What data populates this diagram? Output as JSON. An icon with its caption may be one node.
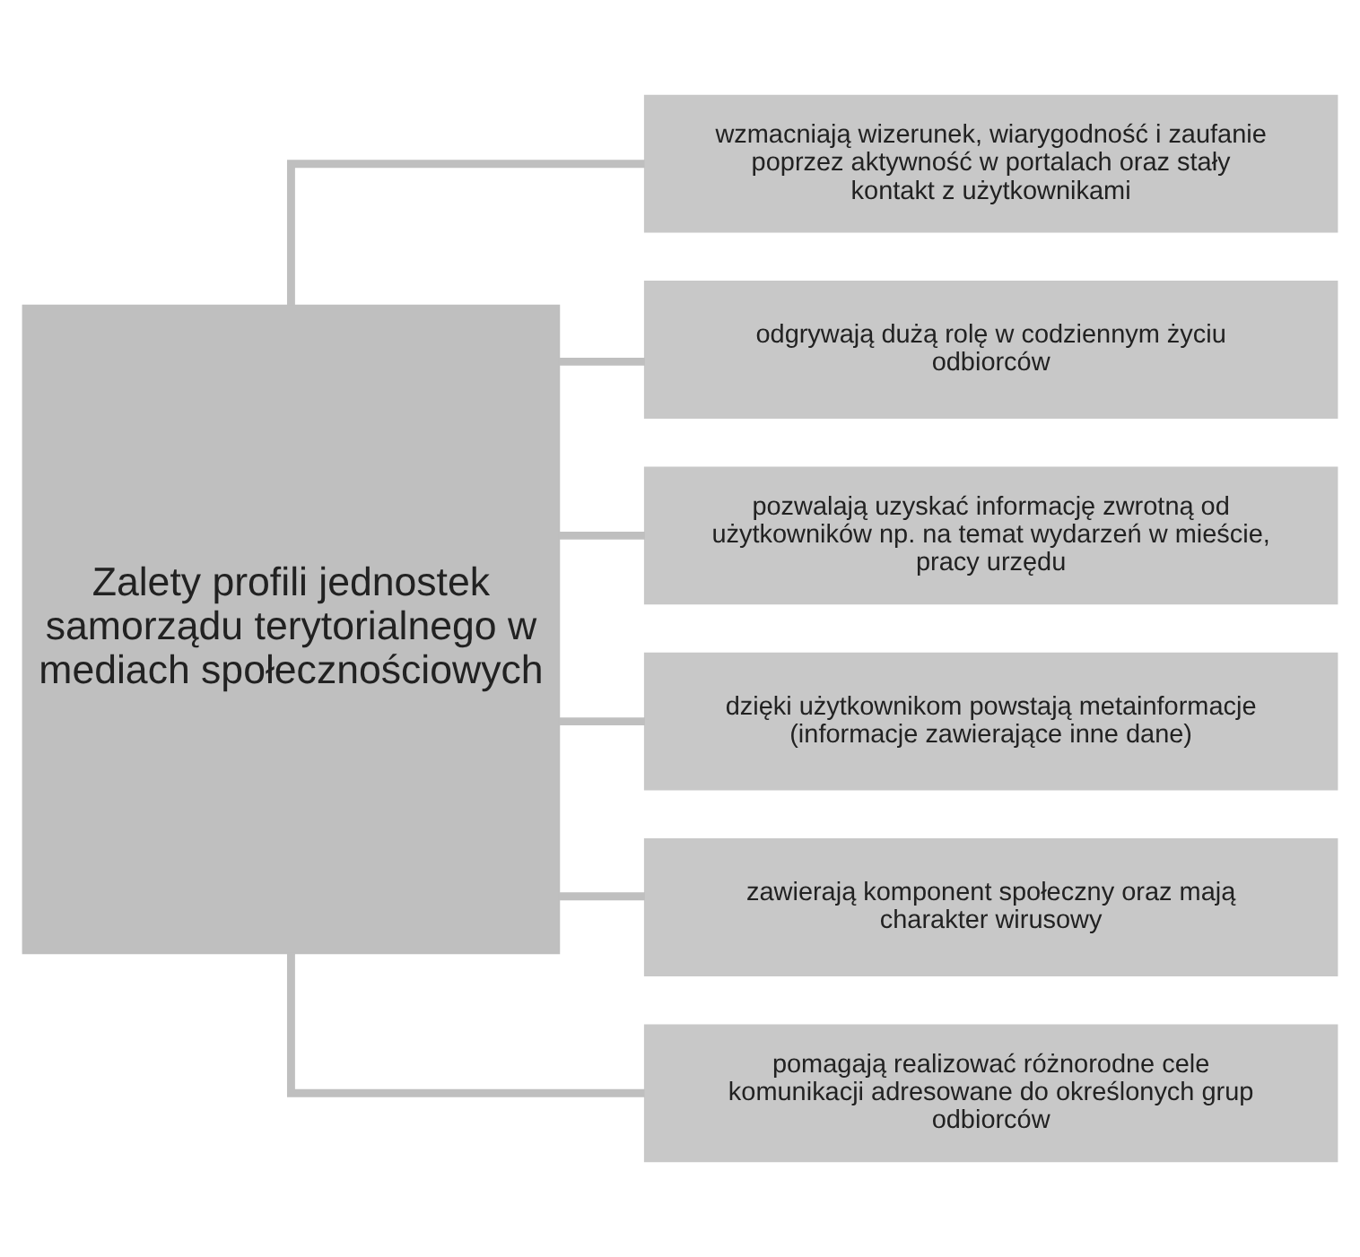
{
  "diagram": {
    "nodes": [
      {
        "text": [
          "Zalety profili jednostek samorządu terytorialnego w mediach społecznościowych"
        ]
      },
      {
        "text": [
          "wzmacniają wizerunek, wiarygodność i zaufanie poprzez aktywność w portalach oraz stały kontakt z użytkownikami"
        ]
      },
      {
        "text": [
          "odgrywają dużą rolę w codziennym życiu odbiorców"
        ]
      },
      {
        "text": [
          "pozwalają uzyskać informację zwrotną od użytkowników np. na temat wydarzeń w mieście, pracy urzędu"
        ]
      },
      {
        "text": [
          "dzięki użytkownikom powstają metainformacje (informacje zawierające inne dane)"
        ]
      },
      {
        "text": [
          "zawierają komponent społeczny oraz mają charakter wirusowy"
        ]
      },
      {
        "text": [
          "pomagają realizować różnorodne cele komunikacji adresowane do określonych grup odbiorców"
        ]
      }
    ],
    "edges": [
      {
        "from": 0,
        "to": 1,
        "arrow": "none"
      },
      {
        "from": 0,
        "to": 2,
        "arrow": "none"
      },
      {
        "from": 0,
        "to": 3,
        "arrow": "none"
      },
      {
        "from": 0,
        "to": 4,
        "arrow": "none"
      },
      {
        "from": 0,
        "to": 5,
        "arrow": "none"
      },
      {
        "from": 0,
        "to": 6,
        "arrow": "none"
      }
    ]
  }
}
